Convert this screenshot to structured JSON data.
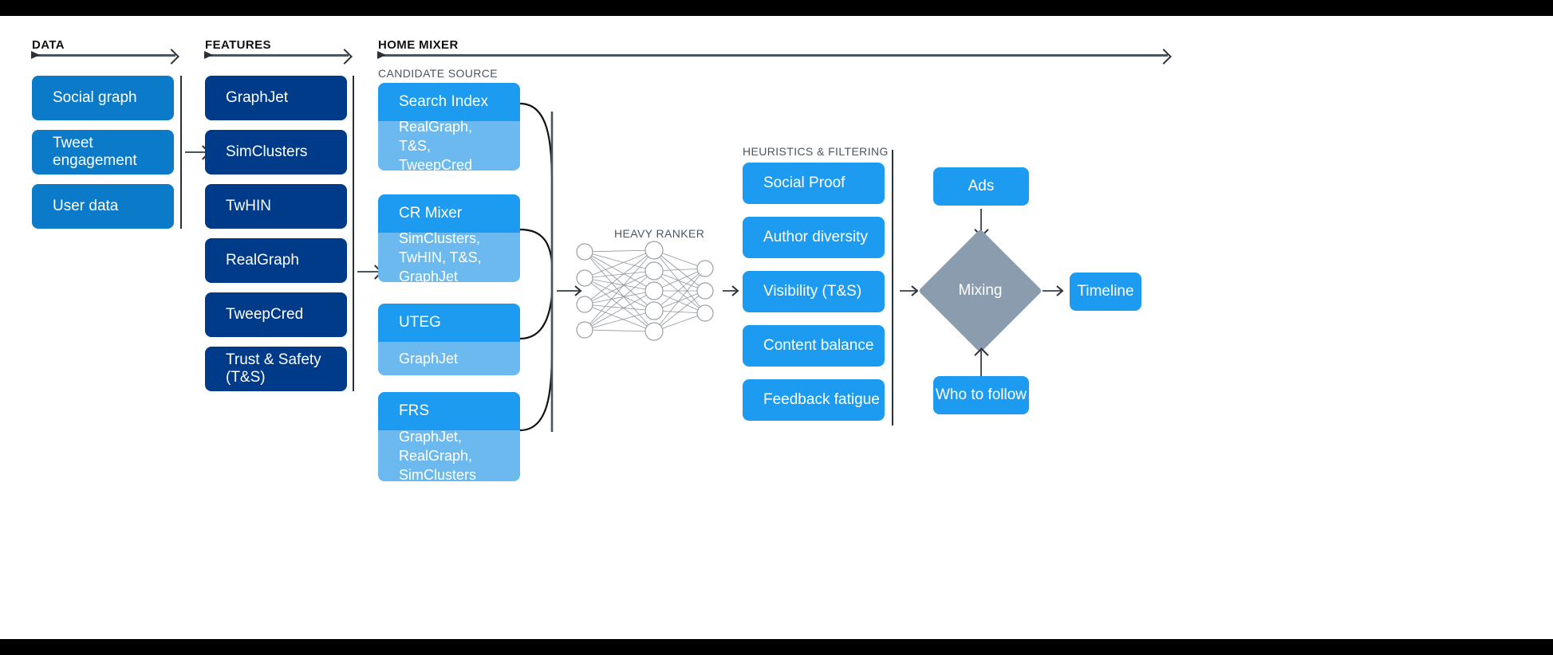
{
  "sections": {
    "data": {
      "title": "DATA"
    },
    "features": {
      "title": "FEATURES"
    },
    "home_mixer": {
      "title": "HOME MIXER"
    },
    "candidate_source": {
      "title": "CANDIDATE SOURCE"
    },
    "heavy_ranker": {
      "title": "HEAVY RANKER"
    },
    "heuristics": {
      "title": "HEURISTICS & FILTERING"
    }
  },
  "data_boxes": [
    {
      "label": "Social graph"
    },
    {
      "label": "Tweet engagement"
    },
    {
      "label": "User data"
    }
  ],
  "feature_boxes": [
    {
      "label": "GraphJet"
    },
    {
      "label": "SimClusters"
    },
    {
      "label": "TwHIN"
    },
    {
      "label": "RealGraph"
    },
    {
      "label": "TweepCred"
    },
    {
      "label": "Trust & Safety (T&S)"
    }
  ],
  "candidate_cards": [
    {
      "title": "Search Index",
      "features": "RealGraph, T&S, TweepCred"
    },
    {
      "title": "CR Mixer",
      "features": "SimClusters, TwHIN, T&S, GraphJet"
    },
    {
      "title": "UTEG",
      "features": "GraphJet"
    },
    {
      "title": "FRS",
      "features": "GraphJet, RealGraph, SimClusters"
    }
  ],
  "heuristic_boxes": [
    {
      "label": "Social Proof"
    },
    {
      "label": "Author diversity"
    },
    {
      "label": "Visibility (T&S)"
    },
    {
      "label": "Content balance"
    },
    {
      "label": "Feedback fatigue"
    }
  ],
  "mixing": {
    "label": "Mixing"
  },
  "outputs": {
    "ads": "Ads",
    "who_to_follow": "Who to follow",
    "timeline": "Timeline"
  },
  "neural_network": {
    "input_nodes": 4,
    "hidden_nodes": 5,
    "output_nodes": 3
  },
  "colors": {
    "data_blue": "#0b7ac8",
    "feature_navy": "#003b8a",
    "accent_blue": "#1d9bf0",
    "light_blue": "#6cb9f0",
    "mixing_gray": "#8b9cae",
    "line": "#4b5560"
  }
}
